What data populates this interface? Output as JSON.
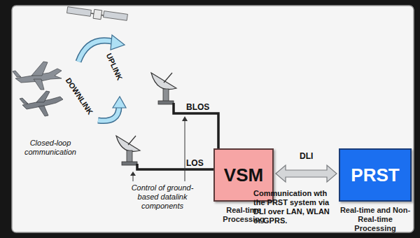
{
  "diagram": {
    "nodes": [
      {
        "text": [
          "VSM",
          "Real-time Processing"
        ]
      },
      {
        "text": [
          "PRST",
          "Real-time and Non-Real-time Processing"
        ]
      }
    ],
    "edges": [
      {
        "from": 0,
        "to": 1,
        "arrow": "both",
        "label": "DLI"
      }
    ],
    "labels": [
      "UPLINK",
      "DOWNLINK",
      "Closed-loop communication",
      "BLOS",
      "LOS",
      "Control of ground-based datalink components",
      "Communication wth the PRST system via DLI over LAN, WLAN or GPRS."
    ]
  }
}
